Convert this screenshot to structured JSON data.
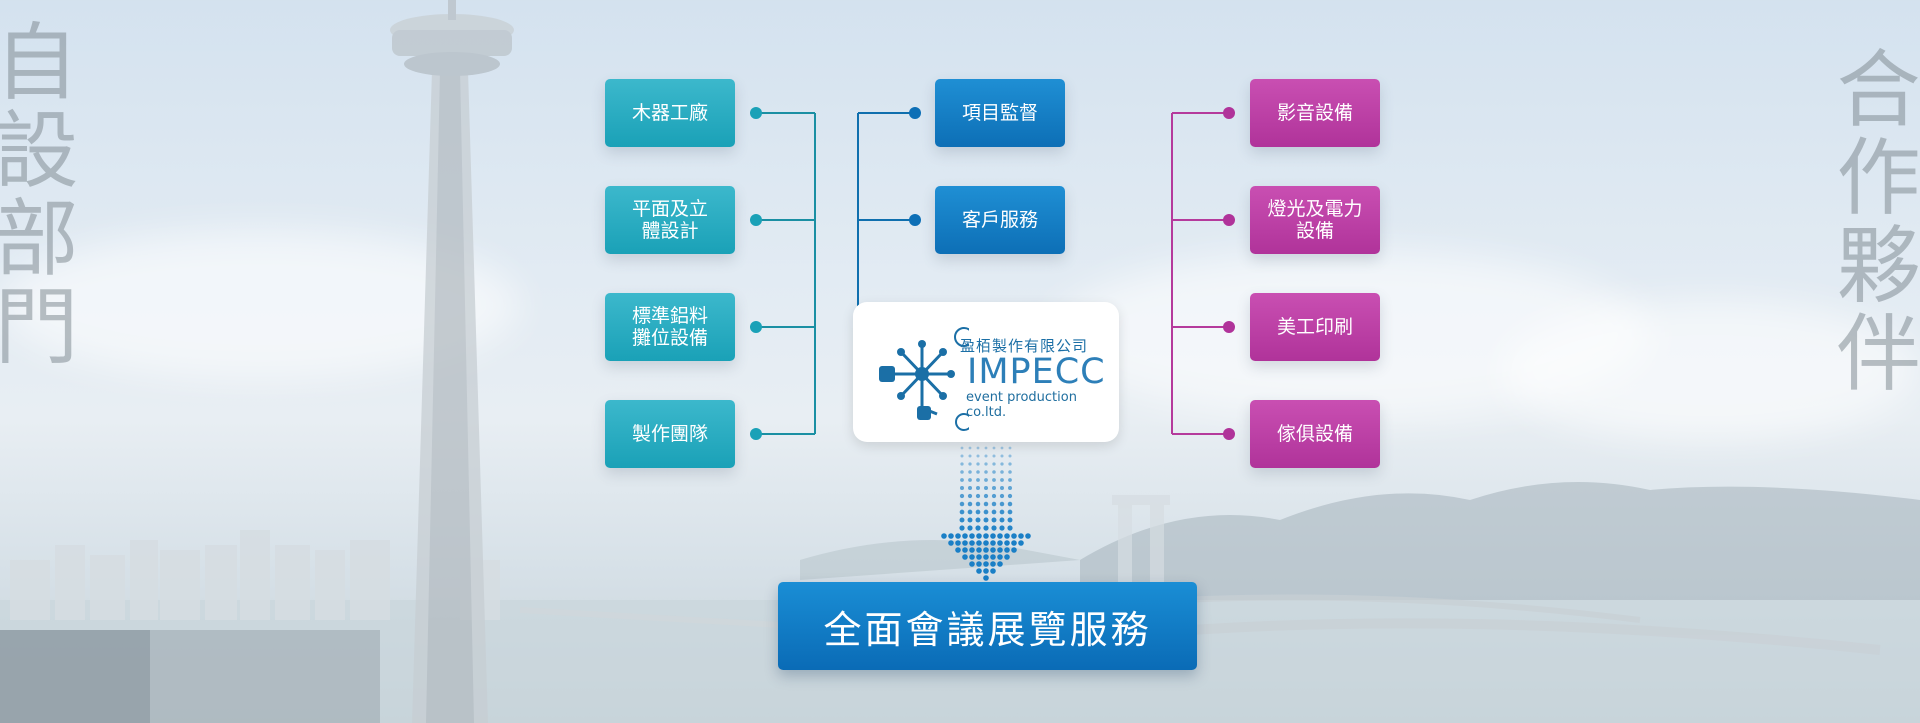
{
  "left_heading": "自設部門",
  "right_heading": "合作夥伴",
  "left_column": [
    {
      "label": "木器工廠"
    },
    {
      "label": "平面及立體設計"
    },
    {
      "label": "標準鋁料攤位設備"
    },
    {
      "label": "製作團隊"
    }
  ],
  "center_column": [
    {
      "label": "項目監督"
    },
    {
      "label": "客戶服務"
    }
  ],
  "right_column": [
    {
      "label": "影音設備"
    },
    {
      "label": "燈光及電力設備"
    },
    {
      "label": "美工印刷"
    },
    {
      "label": "傢俱設備"
    }
  ],
  "logo": {
    "company_cn": "盈栢製作有限公司",
    "brand": "IMPECC",
    "tagline": "event production co.ltd."
  },
  "result": {
    "label": "全面會議展覽服務"
  },
  "colors": {
    "teal": "#1aa1b7",
    "blue": "#0d6fb6",
    "magenta": "#b0339a",
    "connector_teal": "#1a8fa3",
    "connector_blue": "#0f6fae",
    "connector_magenta": "#b53a9c"
  }
}
